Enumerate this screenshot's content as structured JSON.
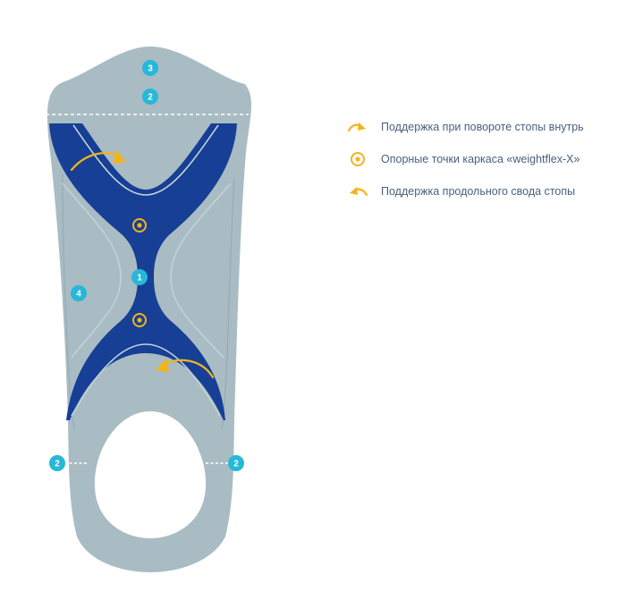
{
  "legend": [
    {
      "icon": "curved-arrow-right-icon",
      "label": "Поддержка при повороте стопы внутрь"
    },
    {
      "icon": "target-circle-icon",
      "label": "Опорные точки каркаса «weightflex-X»"
    },
    {
      "icon": "curved-arrow-left-icon",
      "label": "Поддержка продольного свода стопы"
    }
  ],
  "markers": {
    "m3": "3",
    "m2_top": "2",
    "m1": "1",
    "m4": "4",
    "m2_left": "2",
    "m2_right": "2"
  },
  "colors": {
    "insole": "#a9bcc3",
    "frame": "#163f95",
    "accent": "#f3b41b",
    "badge": "#27b7d9",
    "text": "#4a5f7e"
  }
}
